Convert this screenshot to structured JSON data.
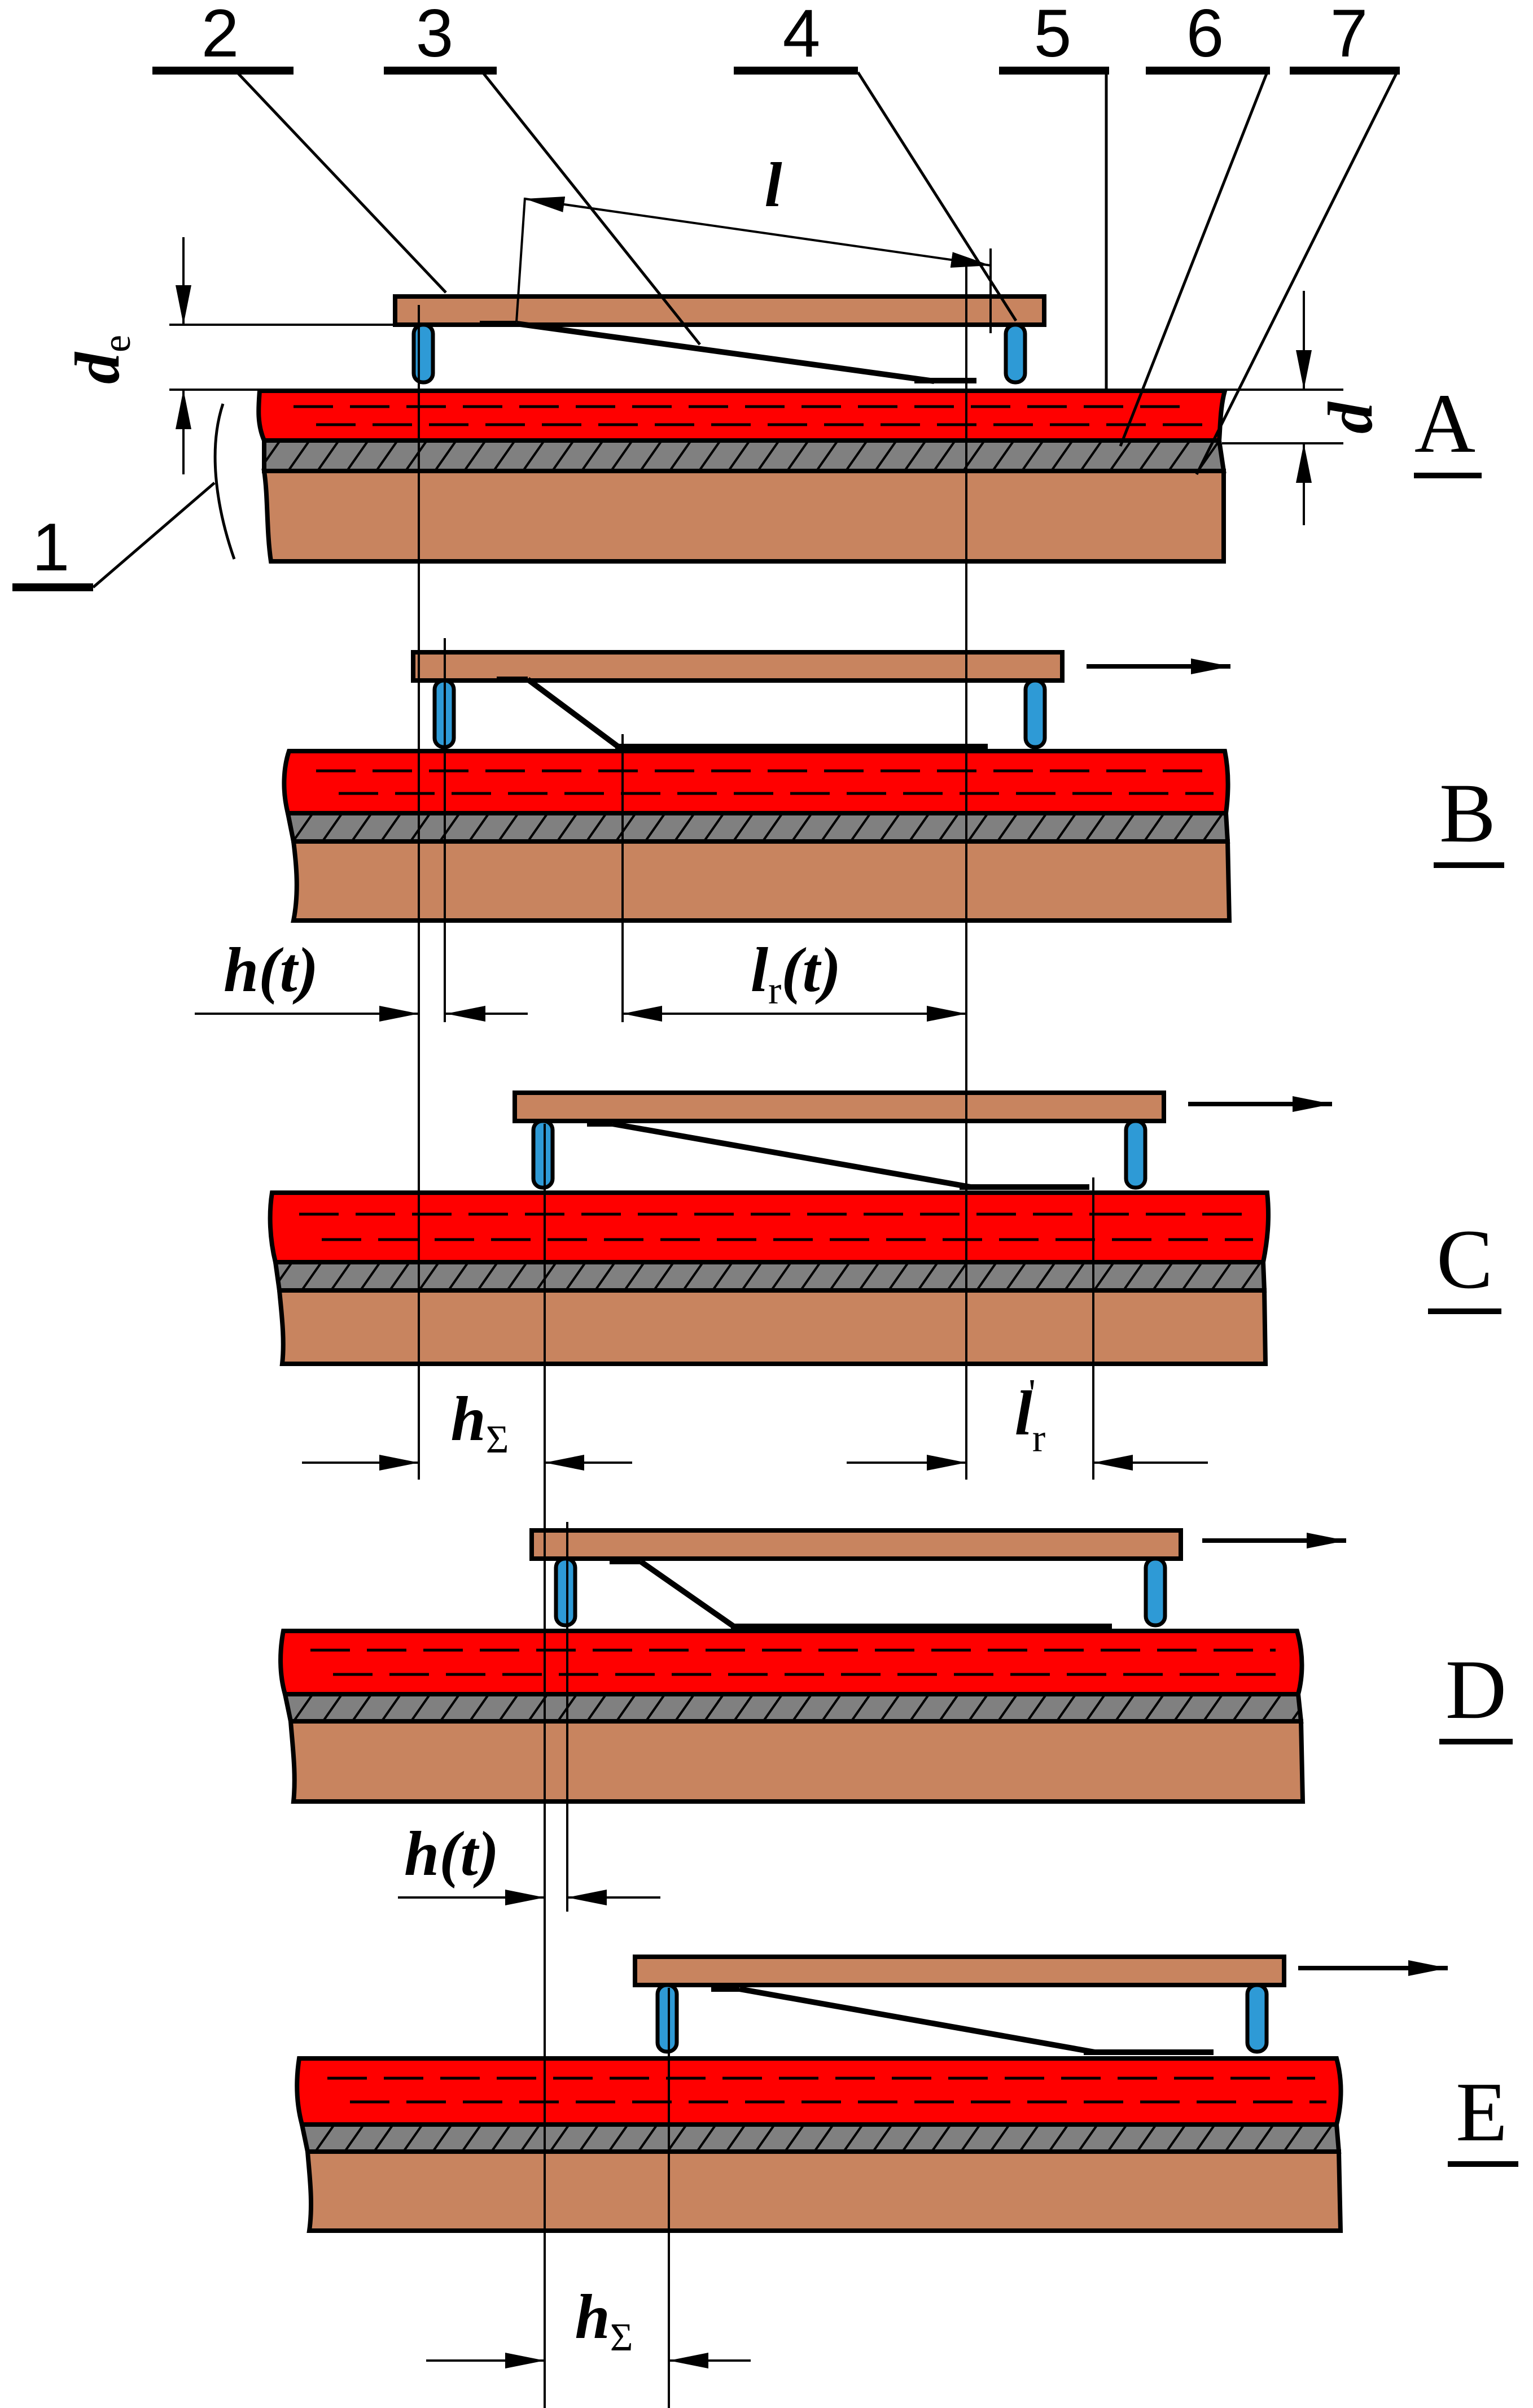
{
  "colors": {
    "liquid": "#ff0000",
    "interlayer": "#808080",
    "substrate": "#c8845f",
    "wiper_plate": "#c8845f",
    "support": "#2e9ad6",
    "ink": "#000000"
  },
  "component_labels": [
    "1",
    "2",
    "3",
    "4",
    "5",
    "6",
    "7"
  ],
  "stages": [
    {
      "id": "A",
      "label": "A"
    },
    {
      "id": "B",
      "label": "B"
    },
    {
      "id": "C",
      "label": "C"
    },
    {
      "id": "D",
      "label": "D"
    },
    {
      "id": "E",
      "label": "E"
    }
  ],
  "dimensions": {
    "l": "l",
    "d_e": {
      "main": "d",
      "sub": "e"
    },
    "d": "d",
    "h_t": "h(t)",
    "l_r_t": {
      "main": "l",
      "sub": "r",
      "tail": "(t)"
    },
    "h_sigma": {
      "main": "h",
      "sub": "Σ"
    },
    "l_r_prime": {
      "main": "l",
      "sub": "r",
      "sup": "'"
    }
  }
}
